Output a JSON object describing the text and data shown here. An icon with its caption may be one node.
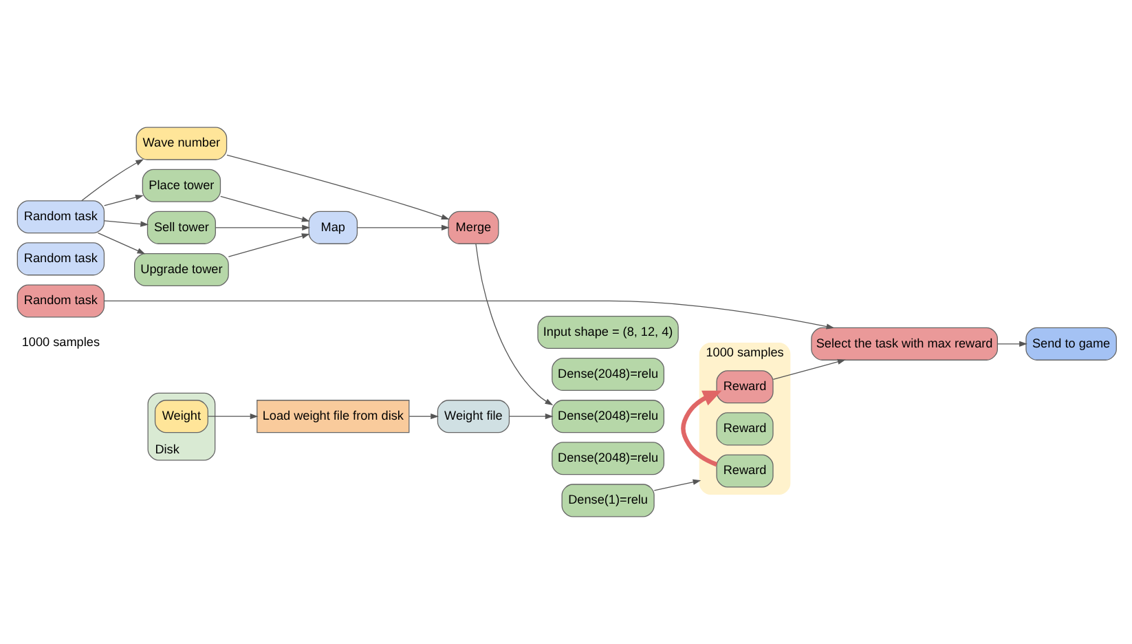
{
  "diagram": {
    "nodes": [
      {
        "text": [
          "Disk"
        ]
      },
      {
        "text": [
          "Weight"
        ],
        "in": 0
      },
      {
        "text": [
          "Load weight file from disk"
        ]
      },
      {
        "text": [
          "Weight file"
        ]
      },
      {
        "text": [
          "Input shape = (8, 12, 4)"
        ]
      },
      {
        "text": [
          "Dense(2048)=relu"
        ]
      },
      {
        "text": [
          "Dense(2048)=relu"
        ]
      },
      {
        "text": [
          "Dense(2048)=relu"
        ]
      },
      {
        "text": [
          "Dense(1)=relu"
        ]
      },
      {
        "text": [
          "Wave number"
        ]
      },
      {
        "text": [
          "Random task"
        ]
      },
      {
        "text": [
          "Place tower"
        ]
      },
      {
        "text": [
          "Merge"
        ]
      },
      {
        "text": [
          "Sell tower"
        ]
      },
      {
        "text": [
          "Map"
        ]
      },
      {
        "text": [
          "Random task"
        ]
      },
      {
        "text": [
          "Random task"
        ]
      },
      {
        "text": [
          "Upgrade tower"
        ]
      },
      {
        "text": [
          "1000 samples"
        ]
      },
      {
        "text": [
          "Reward"
        ],
        "in": 18
      },
      {
        "text": [
          "Reward"
        ],
        "in": 18
      },
      {
        "text": [
          "Reward"
        ],
        "in": 18
      },
      {
        "text": [
          "Select the task with max reward"
        ]
      },
      {
        "text": [
          "Send to game"
        ]
      }
    ],
    "edges": [
      {
        "from": 1,
        "to": 2,
        "arrow": "to"
      },
      {
        "from": 2,
        "to": 3,
        "arrow": "to"
      },
      {
        "from": 3,
        "to": 6,
        "arrow": "to"
      },
      {
        "from": 12,
        "to": 6,
        "arrow": "to"
      },
      {
        "from": 8,
        "to": 18,
        "arrow": "to"
      },
      {
        "from": 10,
        "to": 9,
        "arrow": "to"
      },
      {
        "from": 10,
        "to": 11,
        "arrow": "to"
      },
      {
        "from": 10,
        "to": 13,
        "arrow": "to"
      },
      {
        "from": 10,
        "to": 17,
        "arrow": "to"
      },
      {
        "from": 9,
        "to": 12,
        "arrow": "to"
      },
      {
        "from": 14,
        "to": 12,
        "arrow": "to"
      },
      {
        "from": 11,
        "to": 14,
        "arrow": "to"
      },
      {
        "from": 13,
        "to": 14,
        "arrow": "to"
      },
      {
        "from": 17,
        "to": 14,
        "arrow": "to"
      },
      {
        "from": 19,
        "to": 21,
        "arrow": "to",
        "style": "thick",
        "color": "#e06666"
      },
      {
        "from": 16,
        "to": 22,
        "arrow": "to"
      },
      {
        "from": 21,
        "to": 22,
        "arrow": "to"
      },
      {
        "from": 22,
        "to": 23,
        "arrow": "to"
      }
    ],
    "labels": [
      "1000 samples"
    ]
  }
}
